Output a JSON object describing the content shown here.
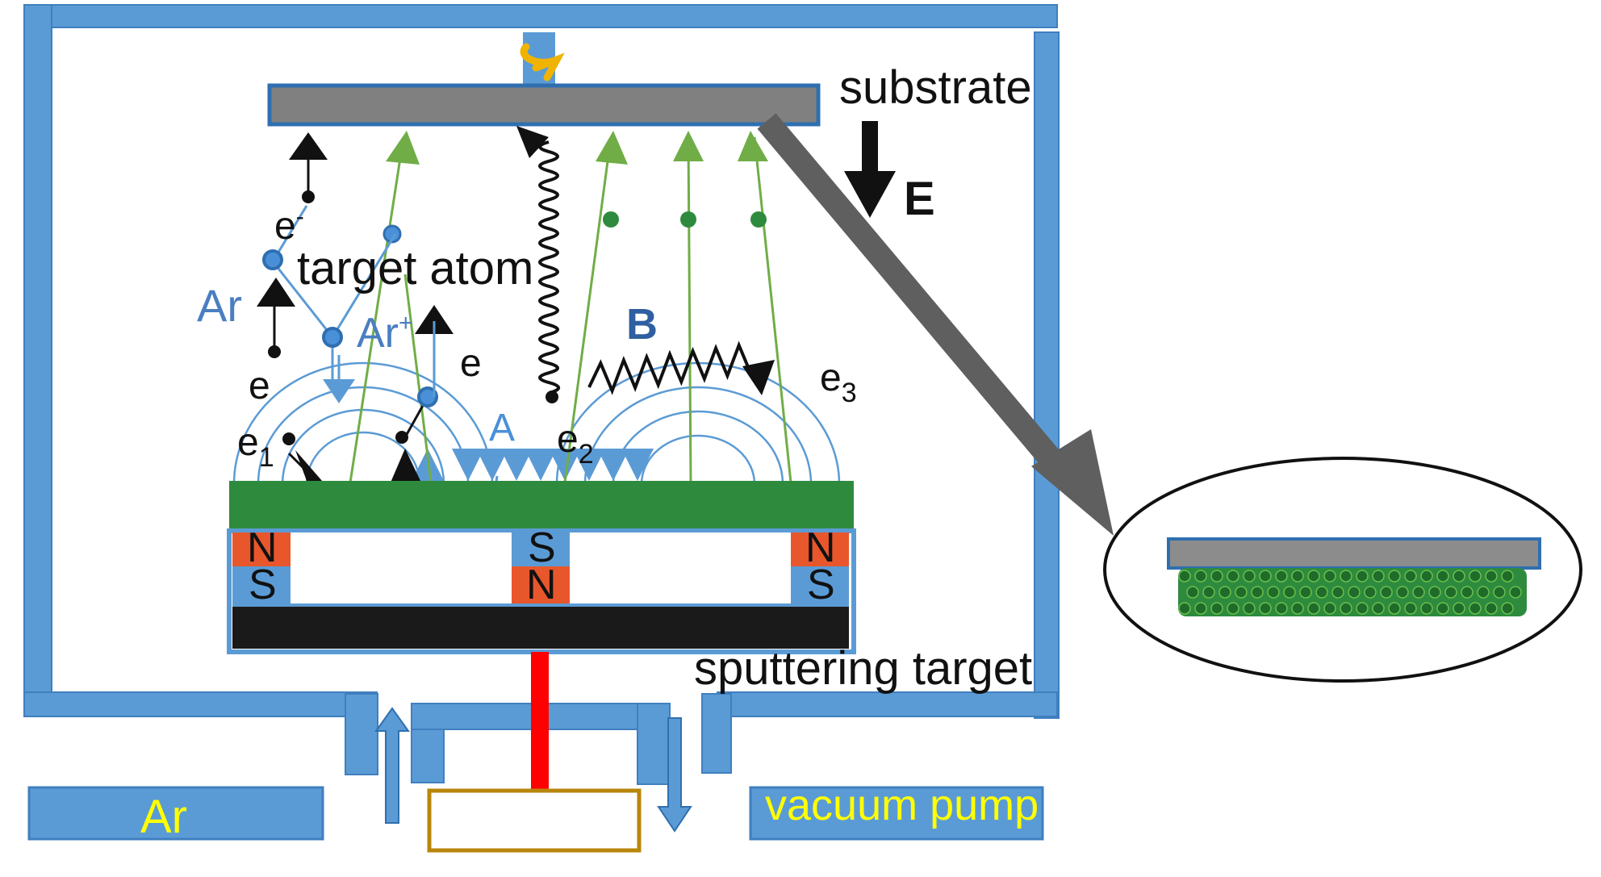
{
  "labels": {
    "substrate": "substrate",
    "field": "E",
    "target_atom": "target atom",
    "argon": "Ar",
    "argon_ion_base": "Ar",
    "argon_ion_sup": "+",
    "electron": "e",
    "electron_sup": "-",
    "e1": "e",
    "e1_sub": "1",
    "e2": "e",
    "e2_sub": "2",
    "e3": "e",
    "e3_sub": "3",
    "magnetic_field": "B",
    "a_label": "A",
    "sputtering_target": "sputtering target",
    "ar_inlet": "Ar",
    "vacuum_pump": "vacuum pump"
  },
  "magnets": {
    "left": [
      "N",
      "S"
    ],
    "center": [
      "S",
      "N"
    ],
    "right": [
      "N",
      "S"
    ]
  },
  "colors": {
    "chamber": "#5b9bd5",
    "substrate": "#808080",
    "target": "#2e8b3e",
    "magnet_north": "#e8572c",
    "magnet_south": "#5b9bd5",
    "backplate": "#1a1a1a",
    "feedthrough": "#ff0000",
    "label_yellow": "#ffff00",
    "sputter_path": "#70ad47",
    "ion": "#4a90d9"
  }
}
